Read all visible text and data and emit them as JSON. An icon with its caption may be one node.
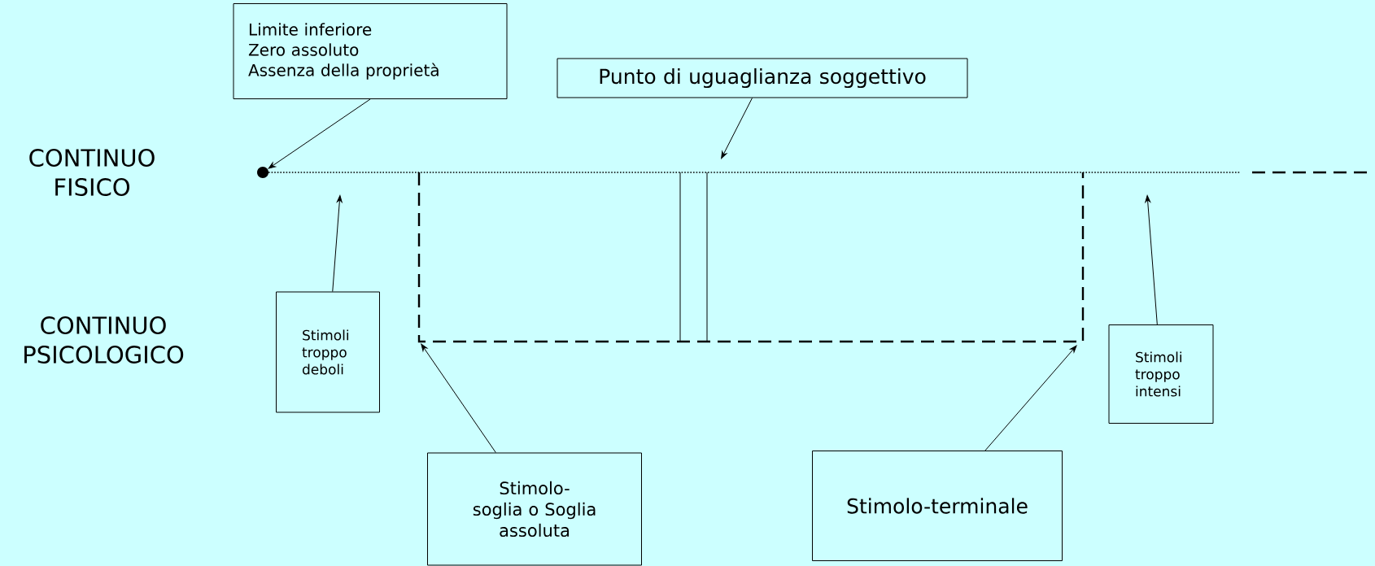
{
  "diagram": {
    "nodes": [
      {
        "text": [
          "Limite inferiore",
          "Zero assoluto",
          "Assenza della proprietà"
        ]
      },
      {
        "text": [],
        "shape": "circle"
      },
      {
        "text": [
          "Punto di uguaglianza soggettivo"
        ]
      },
      {
        "text": [
          "Stimoli troppo deboli"
        ]
      },
      {
        "text": [
          "Stimoli troppo intensi"
        ]
      },
      {
        "text": [
          "Stimolo-soglia o Soglia assoluta"
        ]
      },
      {
        "text": [
          "Stimolo-terminale"
        ]
      }
    ],
    "edges": [
      {
        "from": 0,
        "to": 1,
        "arrow": "to"
      },
      {
        "from": 2,
        "to": null,
        "arrow": "to"
      },
      {
        "from": 3,
        "to": null,
        "arrow": "to"
      },
      {
        "from": 5,
        "to": null,
        "arrow": "to"
      },
      {
        "from": 6,
        "to": null,
        "arrow": "to"
      },
      {
        "from": 4,
        "to": null,
        "arrow": "to"
      }
    ],
    "labels": [
      "CONTINUO FISICO",
      "CONTINUO PSICOLOGICO"
    ]
  }
}
